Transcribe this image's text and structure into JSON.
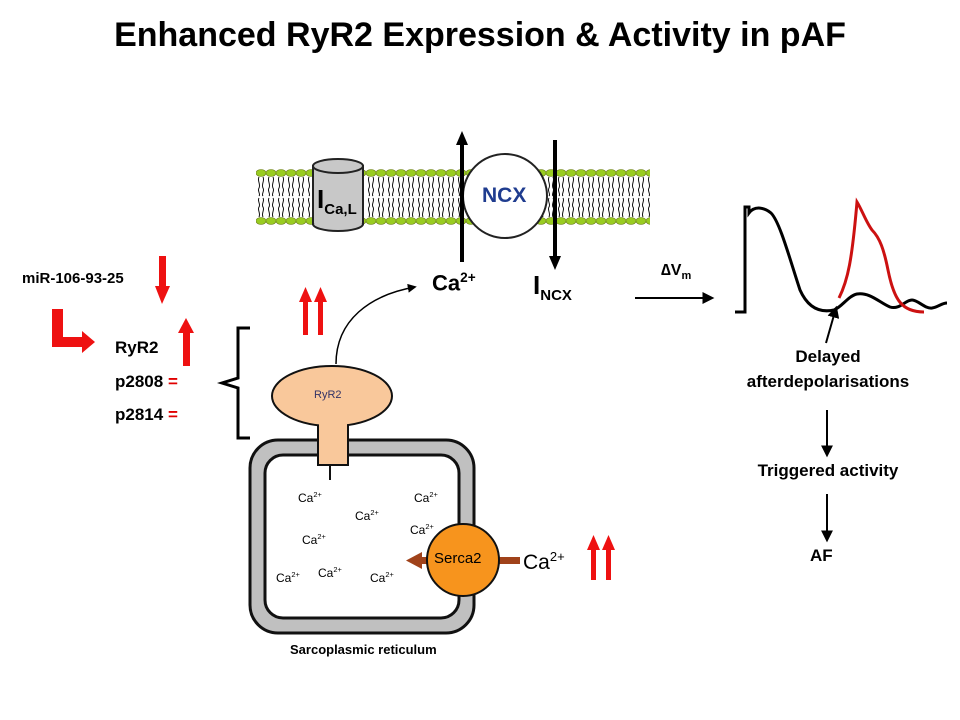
{
  "title": "Enhanced RyR2 Expression & Activity in pAF",
  "membrane": {
    "channel_label": "I",
    "channel_sub": "Ca,L",
    "exchanger_label": "NCX",
    "ca_out_label": "Ca",
    "ca_out_sup": "2+",
    "incx_label": "I",
    "incx_sub": "NCX"
  },
  "left_panel": {
    "mirna_label": "miR-106-93-25",
    "ryr2_label": "RyR2",
    "p2808_label": "p2808",
    "p2814_label": "p2814",
    "equal_sign": "="
  },
  "sr": {
    "ryr2_label": "RyR2",
    "serca_label": "Serca2",
    "ca_ions": [
      "Ca",
      "Ca",
      "Ca",
      "Ca",
      "Ca",
      "Ca",
      "Ca",
      "Ca"
    ],
    "ion_sup": "2+",
    "ca_cyto_label": "Ca",
    "caption": "Sarcoplasmic reticulum"
  },
  "right_panel": {
    "dvm_label": "∆V",
    "dvm_sub": "m",
    "dad_line1": "Delayed",
    "dad_line2": "afterdepolarisations",
    "triggered_label": "Triggered activity",
    "af_label": "AF"
  },
  "colors": {
    "arrow_red": "#ee1111",
    "membrane_green": "#99cc22",
    "ryr2_fill": "#f9c89b",
    "serca_fill": "#f7941d",
    "serca_arrow": "#a0421a",
    "sr_wall": "#c0c0c0",
    "ncx_text": "#1f3c8f",
    "dad_red": "#cc1111"
  }
}
